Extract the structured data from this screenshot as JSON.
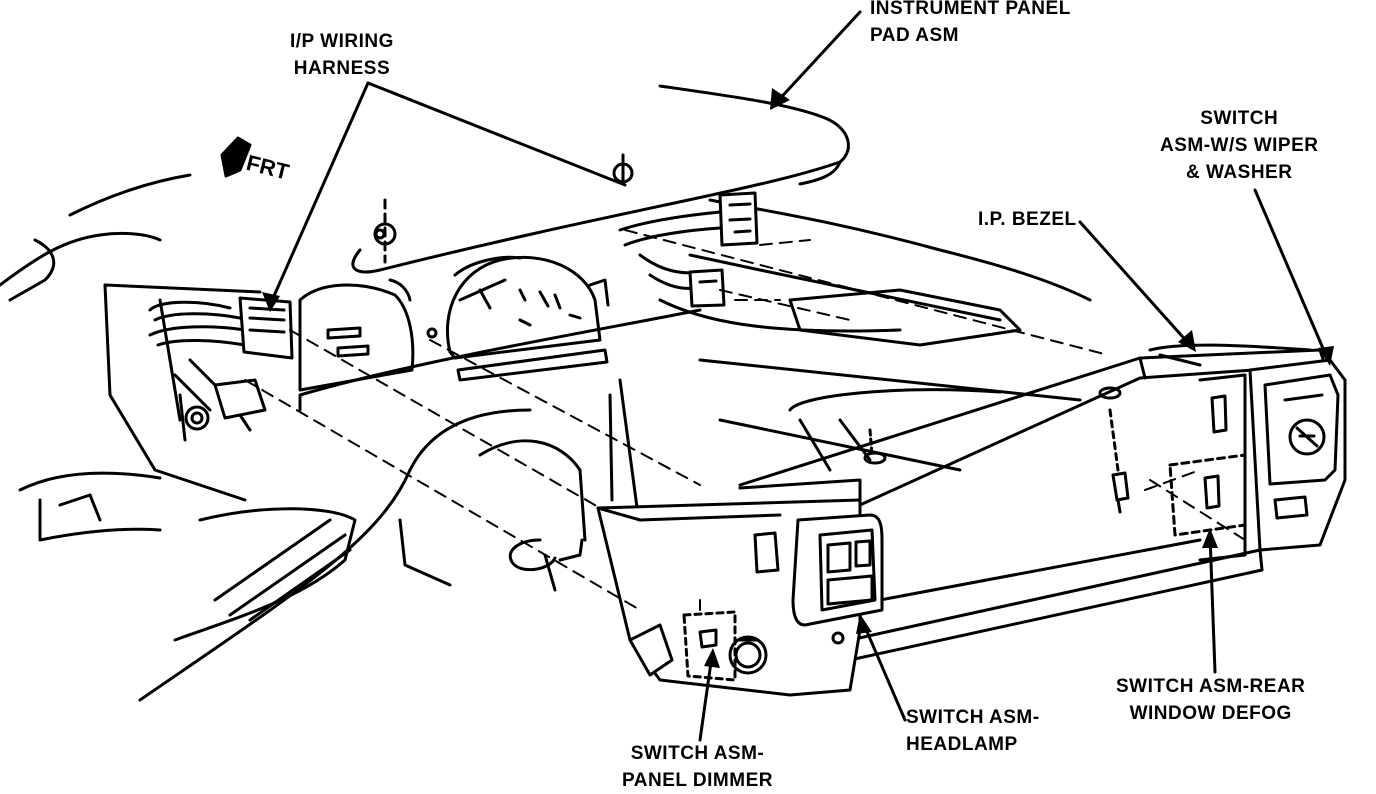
{
  "diagram": {
    "direction_label": "FRT",
    "callouts": {
      "ip_wiring_harness": [
        "I/P WIRING",
        "HARNESS"
      ],
      "instrument_panel_pad": [
        "INSTRUMENT PANEL",
        "PAD ASM"
      ],
      "wiper_washer_switch": [
        "SWITCH",
        "ASM-W/S WIPER",
        "& WASHER"
      ],
      "ip_bezel": [
        "I.P. BEZEL"
      ],
      "rear_defog_switch": [
        "SWITCH ASM-REAR",
        "WINDOW DEFOG"
      ],
      "headlamp_switch": [
        "SWITCH ASM-",
        "HEADLAMP"
      ],
      "panel_dimmer_switch": [
        "SWITCH ASM-",
        "PANEL DIMMER"
      ]
    }
  }
}
